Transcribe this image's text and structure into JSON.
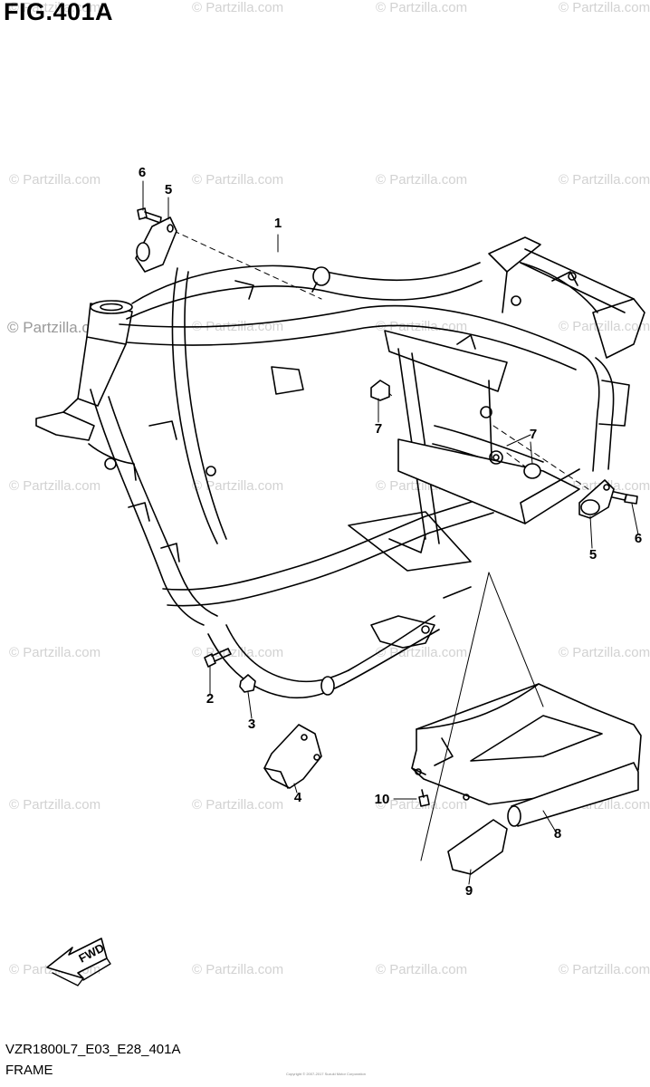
{
  "figure_title": "FIG.401A",
  "part_code": "VZR1800L7_E03_E28_401A",
  "caption": "FRAME",
  "copyright": "Copyright © 2007-2017 Suzuki Motor Corporation",
  "watermark_text": "© Partzilla.com",
  "fwd_badge": "FWD",
  "callouts": {
    "c1": "1",
    "c2": "2",
    "c3": "3",
    "c4": "4",
    "c5a": "5",
    "c5b": "5",
    "c6a": "6",
    "c6b": "6",
    "c7a": "7",
    "c7b": "7",
    "c8": "8",
    "c9": "9",
    "c10": "10"
  },
  "colors": {
    "ink": "#000000",
    "watermark": "#d2d2d2",
    "background": "#ffffff"
  }
}
